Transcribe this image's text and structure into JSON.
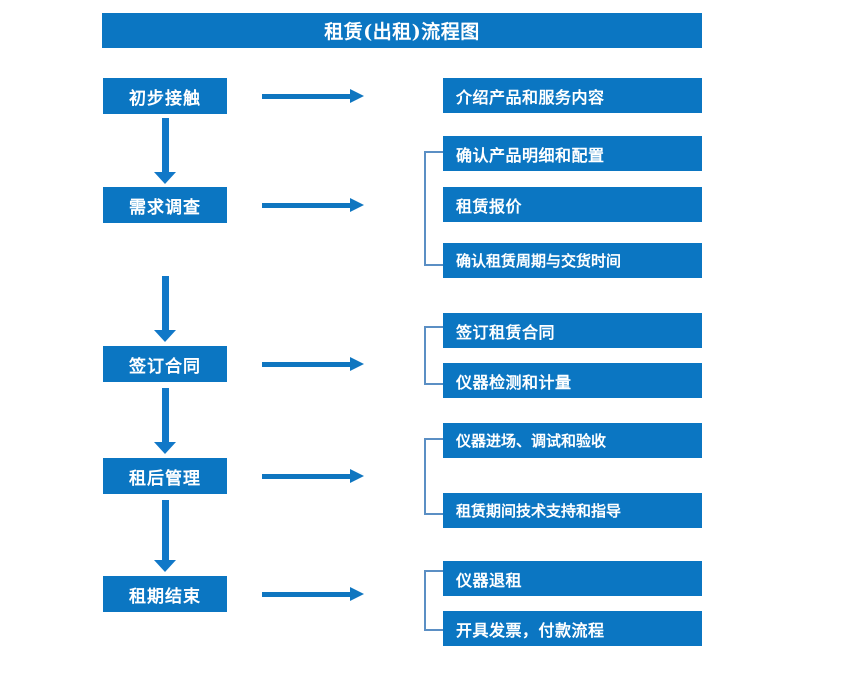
{
  "title": "租赁(出租)流程图",
  "colors": {
    "box_blue": "#0b76c2",
    "arrow_blue": "#1178c8",
    "bracket_blue": "#5b8fc4",
    "text_white": "#ffffff",
    "background": "#ffffff"
  },
  "stages": [
    {
      "label": "初步接触"
    },
    {
      "label": "需求调查"
    },
    {
      "label": "签订合同"
    },
    {
      "label": "租后管理"
    },
    {
      "label": "租期结束"
    }
  ],
  "details": [
    {
      "label": "介绍产品和服务内容"
    },
    {
      "label": "确认产品明细和配置"
    },
    {
      "label": "租赁报价"
    },
    {
      "label": "确认租赁周期与交货时间"
    },
    {
      "label": "签订租赁合同"
    },
    {
      "label": "仪器检测和计量"
    },
    {
      "label": "仪器进场、调试和验收"
    },
    {
      "label": "租赁期间技术支持和指导"
    },
    {
      "label": "仪器退租"
    },
    {
      "label": "开具发票，付款流程"
    }
  ],
  "groups": [
    {
      "stage": "初步接触",
      "details": [
        "介绍产品和服务内容"
      ],
      "bracketed": false
    },
    {
      "stage": "需求调查",
      "details": [
        "确认产品明细和配置",
        "租赁报价",
        "确认租赁周期与交货时间"
      ],
      "bracketed": true
    },
    {
      "stage": "签订合同",
      "details": [
        "签订租赁合同",
        "仪器检测和计量"
      ],
      "bracketed": true
    },
    {
      "stage": "租后管理",
      "details": [
        "仪器进场、调试和验收",
        "租赁期间技术支持和指导"
      ],
      "bracketed": true
    },
    {
      "stage": "租期结束",
      "details": [
        "仪器退租",
        "开具发票，付款流程"
      ],
      "bracketed": true
    }
  ]
}
